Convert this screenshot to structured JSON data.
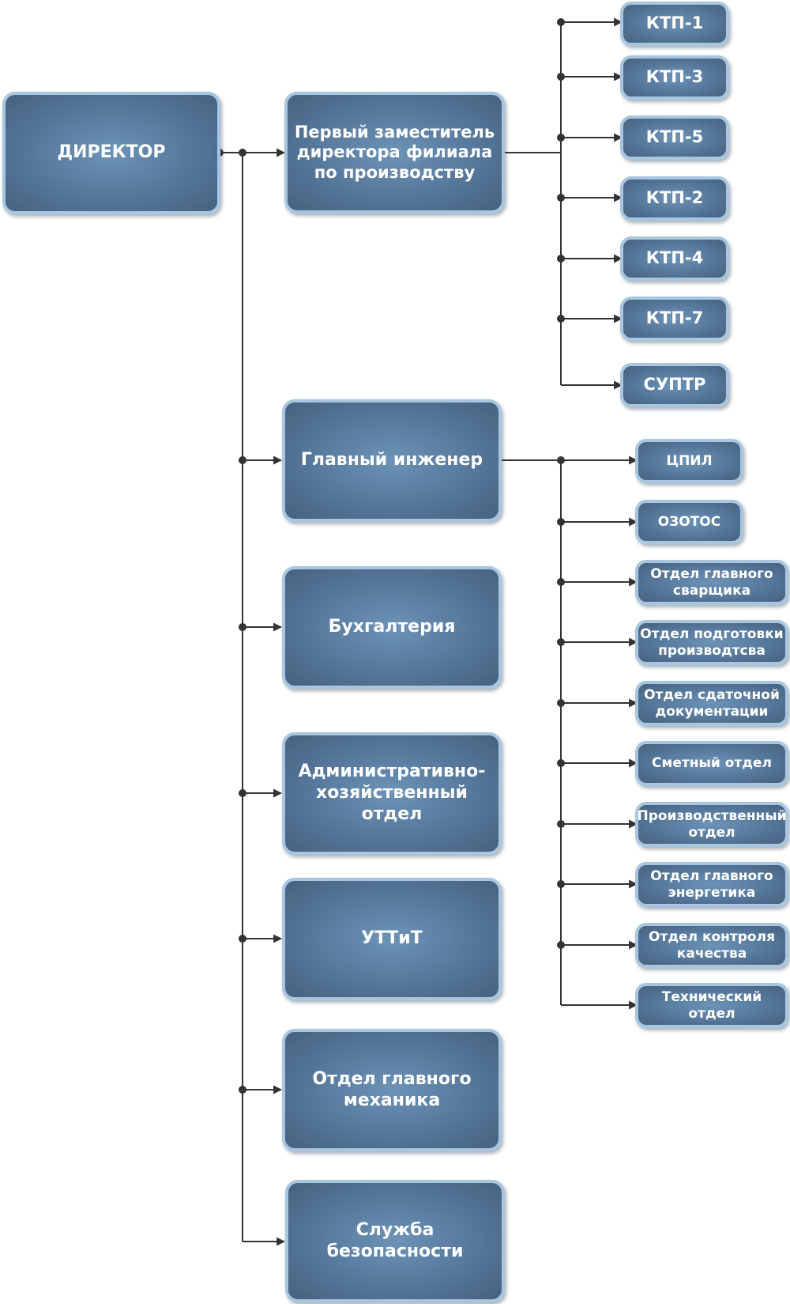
{
  "director": "ДИРЕКТОР",
  "level2": {
    "first_deputy": "Первый заместитель директора филиала по производству",
    "chief_engineer": "Главный инженер",
    "accounting": "Бухгалтерия",
    "admin_department": "Административно-хозяйственный отдел",
    "uttit": "УТТиТ",
    "chief_mechanic": "Отдел главного механика",
    "security": "Служба безопасности"
  },
  "deputy_units": [
    "КТП-1",
    "КТП-3",
    "КТП-5",
    "КТП-2",
    "КТП-4",
    "КТП-7",
    "СУПТР"
  ],
  "engineer_units": [
    "ЦПИЛ",
    "ОЗОТОС",
    "Отдел главного сварщика",
    "Отдел подготовки производтсва",
    "Отдел сдаточной документации",
    "Сметный отдел",
    "Производственный отдел",
    "Отдел главного энергетика",
    "Отдел контроля качества",
    "Технический отдел"
  ]
}
